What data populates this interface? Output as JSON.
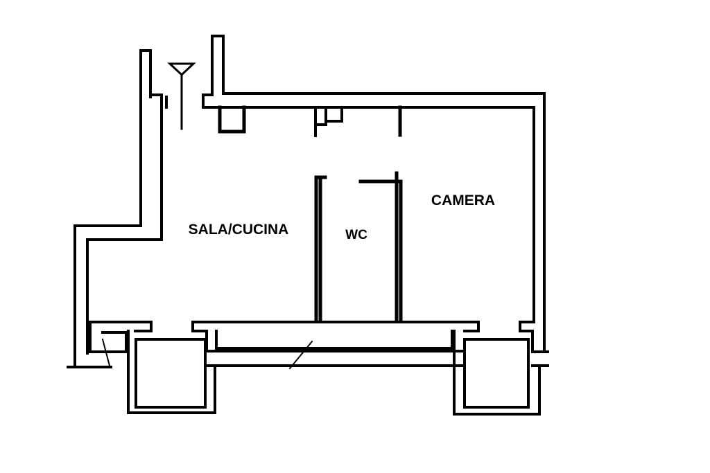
{
  "floorplan": {
    "rooms": [
      {
        "id": "sala-cucina",
        "label": "SALA/CUCINA"
      },
      {
        "id": "wc",
        "label": "WC"
      },
      {
        "id": "camera",
        "label": "CAMERA"
      }
    ],
    "colors": {
      "wall": "#000000",
      "background": "#ffffff"
    }
  }
}
